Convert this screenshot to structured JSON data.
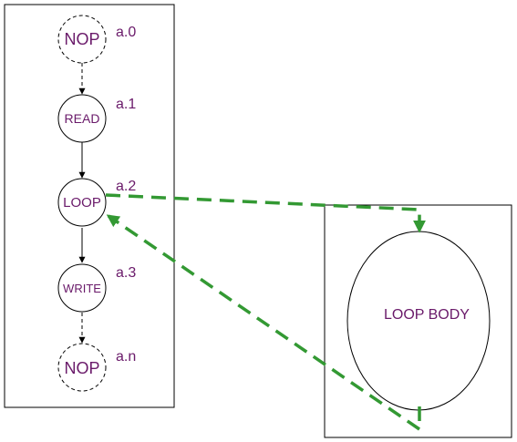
{
  "nodes": [
    {
      "label": "NOP",
      "id_label": "a.0"
    },
    {
      "label": "READ",
      "id_label": "a.1"
    },
    {
      "label": "LOOP",
      "id_label": "a.2"
    },
    {
      "label": "WRITE",
      "id_label": "a.3"
    },
    {
      "label": "NOP",
      "id_label": "a.n"
    }
  ],
  "loop_body": {
    "label": "LOOP BODY"
  },
  "colors": {
    "node_text": "#6a1a6a",
    "loop_arrow": "#339933",
    "stroke": "#000000"
  }
}
